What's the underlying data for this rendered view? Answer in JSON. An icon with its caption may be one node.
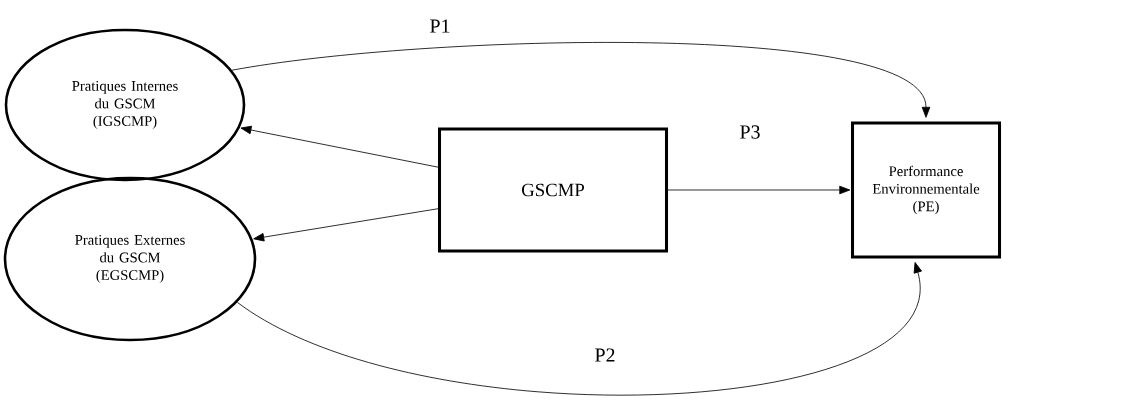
{
  "diagram": {
    "nodes": [
      {
        "text": [
          "Pratiques Internes du GSCM (IGSCMP)"
        ]
      },
      {
        "text": [
          "Pratiques Externes du GSCM (EGSCMP)"
        ]
      },
      {
        "text": [
          "GSCMP"
        ]
      },
      {
        "text": [
          "Performance Environnementale (PE)"
        ]
      }
    ],
    "edges": [
      {
        "from": 2,
        "to": 0,
        "arrow": "to"
      },
      {
        "from": 2,
        "to": 1,
        "arrow": "to"
      },
      {
        "from": 2,
        "to": 3,
        "arrow": "to",
        "label": "P3"
      },
      {
        "from": 0,
        "to": 3,
        "arrow": "to",
        "label": "P1"
      },
      {
        "from": 1,
        "to": 3,
        "arrow": "to",
        "label": "P2"
      }
    ]
  }
}
